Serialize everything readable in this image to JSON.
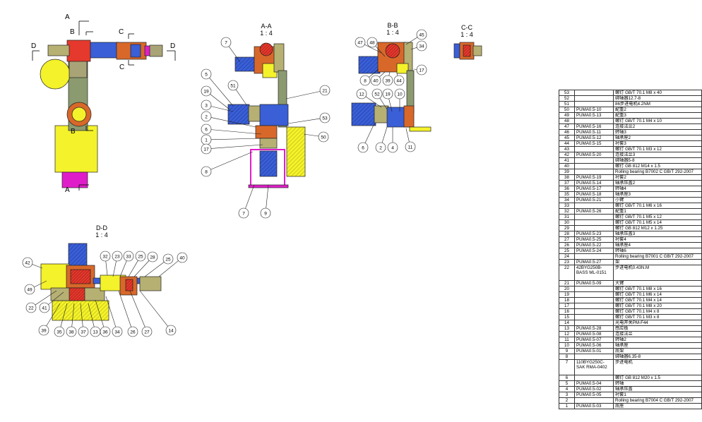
{
  "section_labels": {
    "aa_title": "A-A",
    "aa_scale": "1 : 4",
    "bb_title": "B-B",
    "bb_scale": "1 : 4",
    "cc_title": "C-C",
    "cc_scale": "1 : 4",
    "dd_title": "D-D",
    "dd_scale": "1 : 4"
  },
  "view_markers": {
    "a_top": "A",
    "a_bottom": "A",
    "b_top": "B",
    "b_bottom": "B",
    "c_top": "C",
    "c_bottom": "C",
    "d_left": "D",
    "d_right": "D"
  },
  "colors": {
    "olive": "#8c9a70",
    "blue": "#3a5fd6",
    "yellow": "#f4f22a",
    "red": "#e5392d",
    "magenta": "#e01ec9",
    "orange": "#d8682a",
    "tan": "#dcc07a",
    "bom_line": "#333333"
  },
  "balloons": {
    "aa": [
      "7",
      "5",
      "51",
      "19",
      "3",
      "2",
      "6",
      "1",
      "17",
      "8",
      "7",
      "9",
      "21",
      "53",
      "50"
    ],
    "bb": [
      "47",
      "48",
      "45",
      "34",
      "17",
      "8",
      "40",
      "39",
      "44",
      "12",
      "52",
      "19",
      "10",
      "6",
      "2",
      "4",
      "11"
    ],
    "dd": [
      "42",
      "49",
      "22",
      "41",
      "32",
      "23",
      "33",
      "25",
      "28",
      "25",
      "40",
      "39",
      "35",
      "38",
      "37",
      "13",
      "36",
      "34",
      "26",
      "27",
      "14"
    ]
  },
  "bom": [
    [
      "53",
      "",
      "螺钉 GB/T 70.1 M8 x 40"
    ],
    [
      "52",
      "",
      "绑轴器12.7-8"
    ],
    [
      "51",
      "",
      "86步进电机4.2NM"
    ],
    [
      "50",
      "PUMA0.5-10",
      "配重2"
    ],
    [
      "49",
      "PUMA0.5-13",
      "配重3"
    ],
    [
      "48",
      "",
      "螺钉 GB/T 70.1 M4 x 10"
    ],
    [
      "47",
      "PUMA0.5-16",
      "连接法兰2"
    ],
    [
      "46",
      "PUMA0.5-11",
      "转轴3"
    ],
    [
      "45",
      "PUMA0.5-12",
      "轴承座2"
    ],
    [
      "44",
      "PUMA0.5-15",
      "衬套3"
    ],
    [
      "43",
      "",
      "螺钉 GB/T 70.1 M3 x 12"
    ],
    [
      "42",
      "PUMA0.5-20",
      "连接法兰3"
    ],
    [
      "41",
      "",
      "绑轴器5-8"
    ],
    [
      "40",
      "",
      "螺钉 GB 812 M14 x 1.5"
    ],
    [
      "39",
      "",
      "Rolling bearing B7002 C GB/T 292-2007"
    ],
    [
      "38",
      "PUMA0.5-19",
      "衬套2"
    ],
    [
      "37",
      "PUMA0.5-14",
      "轴承压盖2"
    ],
    [
      "36",
      "PUMA0.5-17",
      "转轴4"
    ],
    [
      "35",
      "PUMA0.5-18",
      "轴承座3"
    ],
    [
      "34",
      "PUMA0.5-21",
      "小臂"
    ],
    [
      "33",
      "",
      "螺钉 GB/T 70.1 M6 x 16"
    ],
    [
      "32",
      "PUMA0.5-26",
      "配重1"
    ],
    [
      "31",
      "",
      "螺钉 GB/T 70.1 M5 x 12"
    ],
    [
      "30",
      "",
      "螺钉 GB/T 70.1 M5 x 14"
    ],
    [
      "29",
      "",
      "螺钉 GB 812 M12 x 1.25"
    ],
    [
      "28",
      "PUMA0.5-23",
      "轴承压盖3"
    ],
    [
      "27",
      "PUMA0.5-25",
      "衬套4"
    ],
    [
      "26",
      "PUMA0.5-22",
      "轴承座4"
    ],
    [
      "25",
      "PUMA0.5-24",
      "转轴6"
    ],
    [
      "24",
      "",
      "Rolling bearing B7001 C GB/T 292-2007"
    ],
    [
      "23",
      "PUMA0.5-27",
      "架"
    ],
    [
      "22",
      "42BYG250B-BASS ML-0151",
      "步进电机0.43N.M"
    ],
    [
      "21",
      "PUMA0.5-09",
      "大臂"
    ],
    [
      "20",
      "",
      "螺钉 GB/T 70.1 M8 x 16"
    ],
    [
      "19",
      "",
      "螺钉 GB/T 70.1 M6 x 14"
    ],
    [
      "18",
      "",
      "螺钉 GB/T 70.1 M4 x 14"
    ],
    [
      "17",
      "",
      "螺钉 GB/T 70.1 M8 x 20"
    ],
    [
      "16",
      "",
      "螺钉 GB/T 70.1 M4 x 8"
    ],
    [
      "15",
      "",
      "螺钉 GB/T 70.1 M3 x 8"
    ],
    [
      "14",
      "",
      "光电开关PM-F44"
    ],
    [
      "13",
      "PUMA0.5-28",
      "感应板"
    ],
    [
      "12",
      "PUMA0.5-08",
      "连接法兰"
    ],
    [
      "11",
      "PUMA0.5-07",
      "转轴2"
    ],
    [
      "10",
      "PUMA0.5-06",
      "轴承座"
    ],
    [
      "9",
      "PUMA0.5-01",
      "底架"
    ],
    [
      "8",
      "",
      "绑轴器6.35-8"
    ],
    [
      "7",
      "110BYG250C-SAK RMA-0402",
      "步进电机"
    ],
    [
      "6",
      "",
      "螺钉 GB 812 M20 x 1.5"
    ],
    [
      "5",
      "PUMA0.5-04",
      "转轴"
    ],
    [
      "4",
      "PUMA0.5-02",
      "轴承压盖"
    ],
    [
      "3",
      "PUMA0.5-05",
      "衬套1"
    ],
    [
      "2",
      "",
      "Rolling bearing B7004 C GB/T 292-2007"
    ],
    [
      "1",
      "PUMA0.5-03",
      "底座"
    ]
  ]
}
